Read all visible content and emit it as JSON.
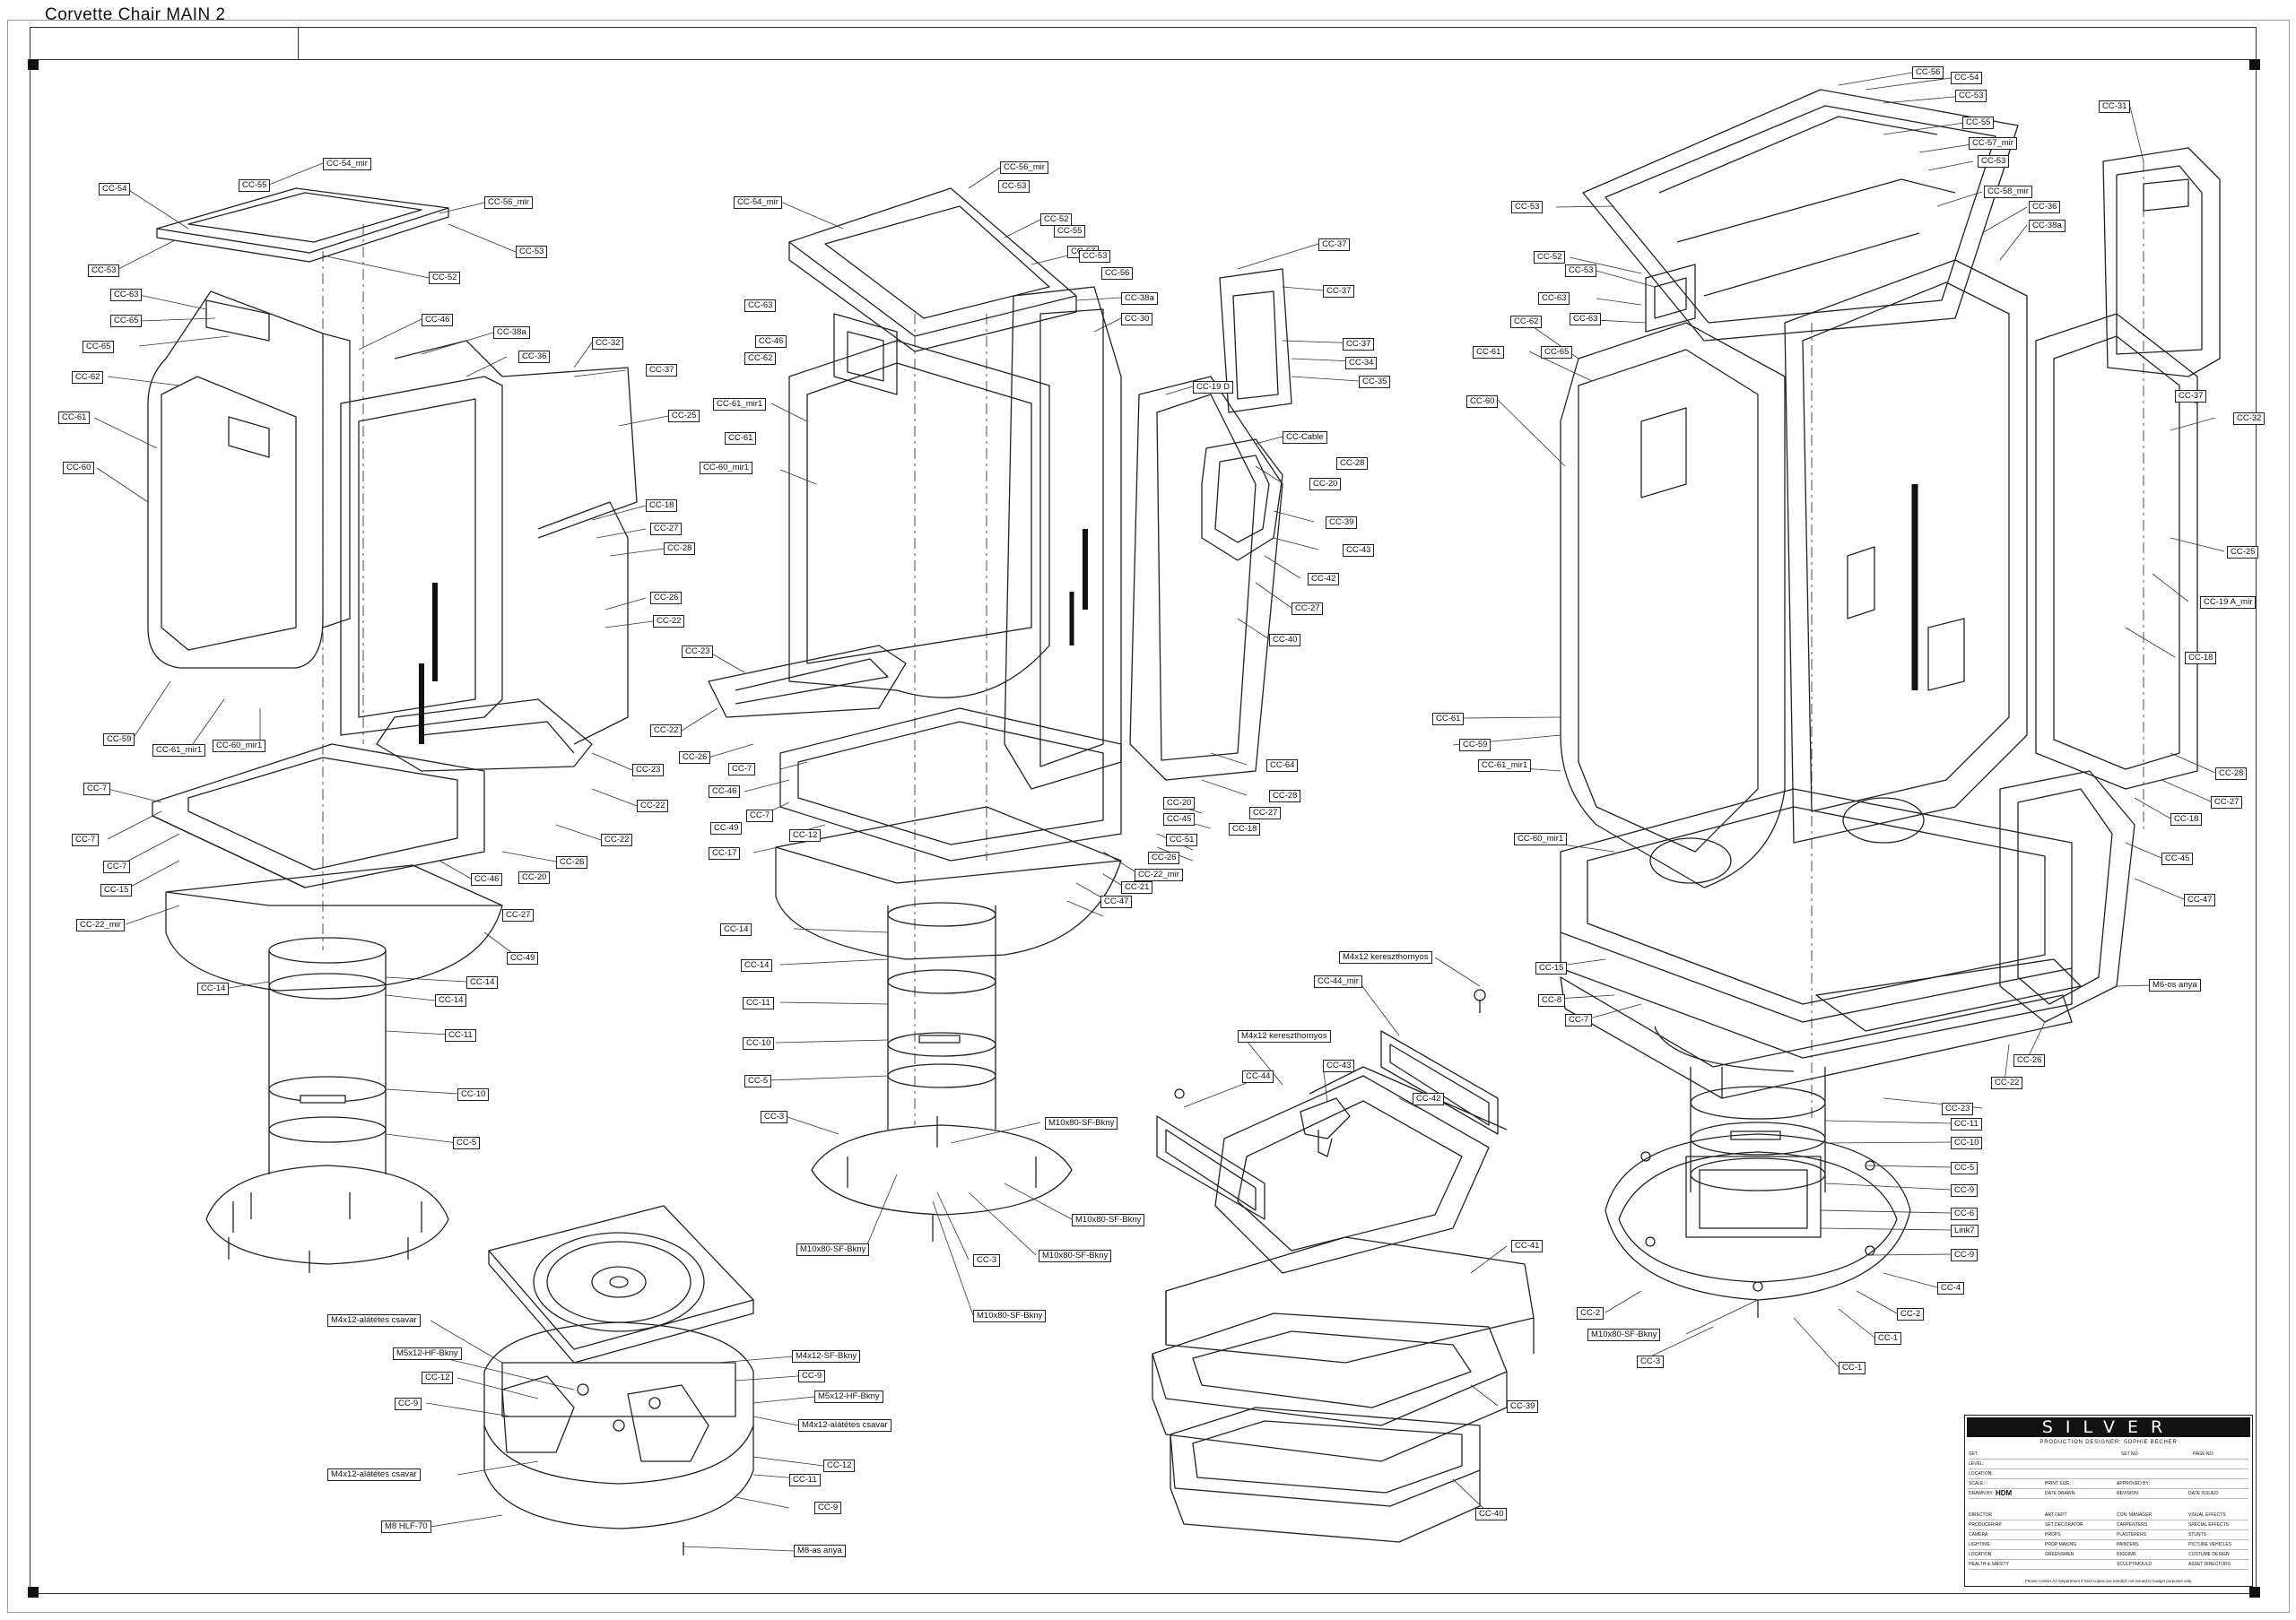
{
  "title": "Corvette Chair MAIN 2",
  "labels": {
    "l1": "CC-54_mir",
    "l2": "CC-55",
    "l3": "CC-54",
    "l4": "CC-56_mir",
    "l5": "CC-53",
    "l6": "CC-53",
    "l7": "CC-52",
    "l8": "CC-63",
    "l9": "CC-65",
    "l10": "CC-65",
    "l11": "CC-46",
    "l12": "CC-38a",
    "l13": "CC-36",
    "l14": "CC-32",
    "l15": "CC-37",
    "l16": "CC-62",
    "l17": "CC-25",
    "l18": "CC-61",
    "l19": "CC-60",
    "l20": "CC-18",
    "l21": "CC-27",
    "l22": "CC-28",
    "l23": "CC-26",
    "l24": "CC-22",
    "l25": "CC-59",
    "l26": "CC-61_mir1",
    "l27": "CC-60_mir1",
    "l28": "CC-23",
    "l29": "CC-22",
    "l30": "CC-7",
    "l31": "CC-7",
    "l32": "CC-22",
    "l33": "CC-7",
    "l34": "CC-26",
    "l35": "CC-15",
    "l36": "CC-46",
    "l37": "CC-20",
    "l38": "CC-22_mir",
    "l39": "CC-27",
    "l40": "CC-49",
    "l41": "CC-14",
    "l42": "CC-14",
    "l43": "CC-14",
    "l44": "CC-11",
    "l45": "CC-10",
    "l46": "CC-5",
    "m1": "CC-56_mir",
    "m2": "CC-53",
    "m3": "CC-54_mir",
    "m4": "CC-52",
    "m5": "CC-55",
    "m6": "CC-57",
    "m7": "CC-53",
    "m8": "CC-56",
    "m9": "CC-37",
    "m10": "CC-63",
    "m11": "CC-38a",
    "m12": "CC-46",
    "m13": "CC-30",
    "m14": "CC-37",
    "m15": "CC-62",
    "m16": "CC-37",
    "m17": "CC-34",
    "m18": "CC-19 D",
    "m19": "CC-35",
    "m20": "CC-61_mir1",
    "m21": "CC-61",
    "m22": "CC-Cable",
    "m23": "CC-28",
    "m24": "CC-60_mir1",
    "m25": "CC-20",
    "m26": "CC-39",
    "m27": "CC-43",
    "m28": "CC-42",
    "m29": "CC-27",
    "m30": "CC-40",
    "m31": "CC-23",
    "m32": "CC-22",
    "m33": "CC-26",
    "m34": "CC-64",
    "m35": "CC-7",
    "m36": "CC-46",
    "m37": "CC-28",
    "m38": "CC-7",
    "m39": "CC-20",
    "m40": "CC-45",
    "m41": "CC-27",
    "m42": "CC-49",
    "m43": "CC-12",
    "m44": "CC-51",
    "m45": "CC-18",
    "m46": "CC-17",
    "m47": "CC-26",
    "m48": "CC-22_mir",
    "m49": "CC-21",
    "m50": "CC-47",
    "m51": "CC-14",
    "m52": "CC-14",
    "m53": "CC-11",
    "m54": "CC-10",
    "m55": "CC-5",
    "m56": "CC-3",
    "m57": "M10x80-SF-Bkny",
    "m58": "M10x80-SF-Bkny",
    "m59": "M10x80-SF-Bkny",
    "m60": "M10x80-SF-Bkny",
    "m61": "CC-3",
    "m62": "M10x80-SF-Bkny",
    "b1": "M4x12-alátétes csavar",
    "b2": "M5x12-HF-Bkny",
    "b3": "M4x12-SF-Bkny",
    "b4": "CC-12",
    "b5": "CC-9",
    "b6": "CC-9",
    "b7": "M5x12-HF-Bkny",
    "b8": "M4x12-alátétes csavar",
    "b9": "M4x12-alátétes csavar",
    "b10": "CC-12",
    "b11": "CC-11",
    "b12": "M8 HLF-70",
    "b13": "CC-9",
    "b14": "M8-as anya",
    "h1": "M4x12 kereszthornyos",
    "h2": "CC-44_mir",
    "h3": "M4x12 kereszthornyos",
    "h4": "CC-44",
    "h5": "CC-43",
    "h6": "CC-42",
    "h7": "CC-41",
    "h8": "CC-39",
    "h9": "CC-40",
    "r1": "CC-56",
    "r2": "CC-54",
    "r3": "CC-53",
    "r4": "CC-31",
    "r5": "CC-55",
    "r6": "CC-57_mir",
    "r7": "CC-53",
    "r8": "CC-53",
    "r9": "CC-58_mir",
    "r10": "CC-36",
    "r11": "CC-38a",
    "r12": "CC-52",
    "r13": "CC-53",
    "r14": "CC-63",
    "r15": "CC-63",
    "r16": "CC-62",
    "r17": "CC-65",
    "r18": "CC-61",
    "r19": "CC-37",
    "r20": "CC-60",
    "r21": "CC-32",
    "r22": "CC-25",
    "r23": "CC-19 A_mir",
    "r24": "CC-18",
    "r25": "CC-61",
    "r26": "CC-59",
    "r27": "CC-61_mir1",
    "r28": "CC-28",
    "r29": "CC-27",
    "r30": "CC-18",
    "r31": "CC-60_mir1",
    "r32": "CC-45",
    "r33": "CC-47",
    "r34": "CC-15",
    "r35": "M6-os anya",
    "r36": "CC-8",
    "r37": "CC-7",
    "r38": "CC-26",
    "r39": "CC-22",
    "r40": "CC-23",
    "r41": "CC-11",
    "r42": "CC-10",
    "r43": "CC-5",
    "r44": "CC-9",
    "r45": "CC-6",
    "r46": "Link7‌",
    "r47": "CC-9",
    "r48": "CC-4",
    "r49": "CC-2",
    "r50": "CC-2",
    "r51": "CC-1",
    "r52": "M10x80-SF-Bkny",
    "r53": "CC-3",
    "r54": "CC-1"
  },
  "titleblock": {
    "logo": "SILVER",
    "production": "PRODUCTION DESIGNER: SOPHIE BECHER",
    "rows": [
      {
        "a": "SET:",
        "b": "SET NO:",
        "c": "PAGE NO:"
      },
      {
        "a": "LEVEL:",
        "b": "",
        "c": ""
      },
      {
        "a": "LOCATION:",
        "b": "",
        "c": ""
      },
      {
        "a": "SCALE:",
        "b": "PRINT SIZE:",
        "c": "APPROVED BY:"
      },
      {
        "a": "DRAWN BY:",
        "b": "DATE DRAWN:",
        "c": "REVISION:",
        "d": "DATE ISSUED:"
      }
    ],
    "drawn_by": "HDM",
    "grid": [
      [
        "DIRECTOR",
        "ART DEPT",
        "CON. MANAGER",
        "VISUAL EFFECTS"
      ],
      [
        "PRODUCER/AP",
        "SET DECORATOR",
        "CARPENTERS",
        "SPECIAL EFFECTS"
      ],
      [
        "CAMERA",
        "PROPS",
        "PLASTERERS",
        "STUNTS"
      ],
      [
        "LIGHTING",
        "PROP MAKING",
        "PAINTERS",
        "PICTURE VEHICLES"
      ],
      [
        "LOCATION",
        "GREENSMEN",
        "RIGGING",
        "COSTUME DESIGN"
      ],
      [
        "HEALTH & SAFETY",
        "",
        "SCULPT/MOULD",
        "ASSET DIRECTORS"
      ]
    ],
    "footer": "Please contact Art Department if hard copies are needed; not issued to budget purposes only."
  }
}
